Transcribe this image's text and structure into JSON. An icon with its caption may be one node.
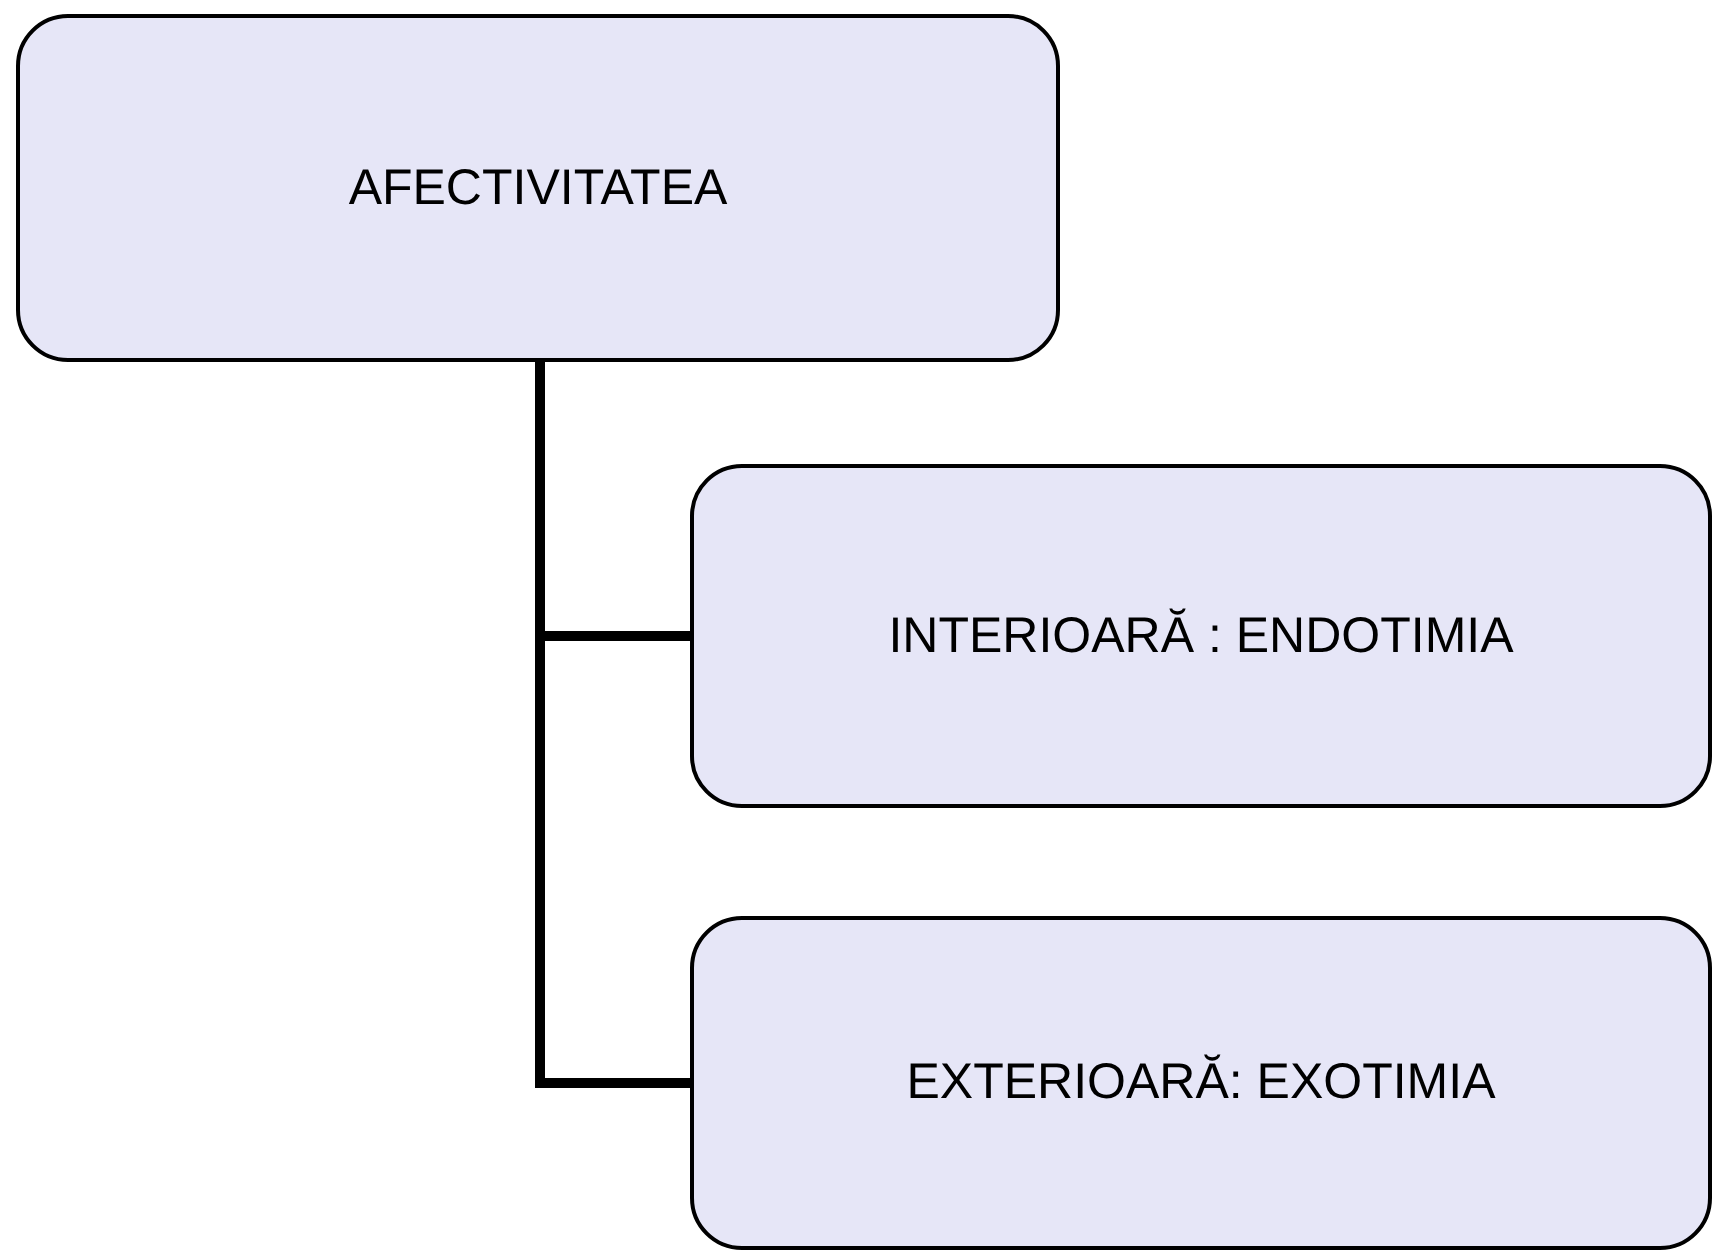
{
  "diagram": {
    "nodes": [
      {
        "text": [
          "AFECTIVITATEA"
        ]
      },
      {
        "text": [
          "INTERIOARĂ : ENDOTIMIA"
        ]
      },
      {
        "text": [
          "EXTERIOARĂ: EXOTIMIA"
        ]
      }
    ],
    "edges": [
      {
        "from": 0,
        "to": 1,
        "arrow": "none"
      },
      {
        "from": 0,
        "to": 2,
        "arrow": "none"
      }
    ]
  }
}
